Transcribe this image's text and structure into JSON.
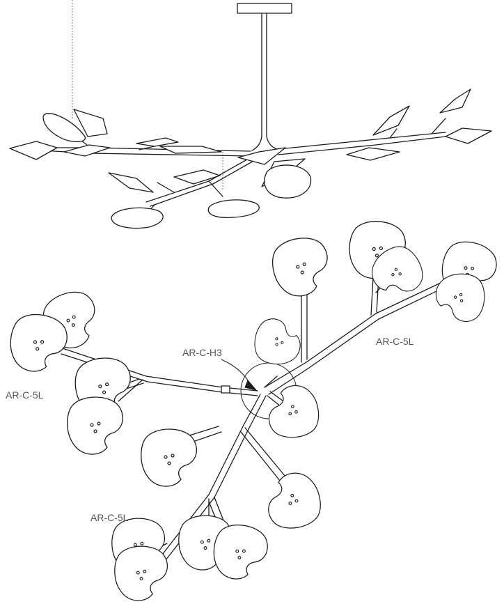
{
  "labels": {
    "arm_right": "AR-C-5L",
    "arm_left": "AR-C-5L",
    "arm_bottom": "AR-C-5L",
    "hub": "AR-C-H3"
  },
  "colors": {
    "line": "#1a1a1a",
    "label": "#555555",
    "background": "#ffffff"
  }
}
